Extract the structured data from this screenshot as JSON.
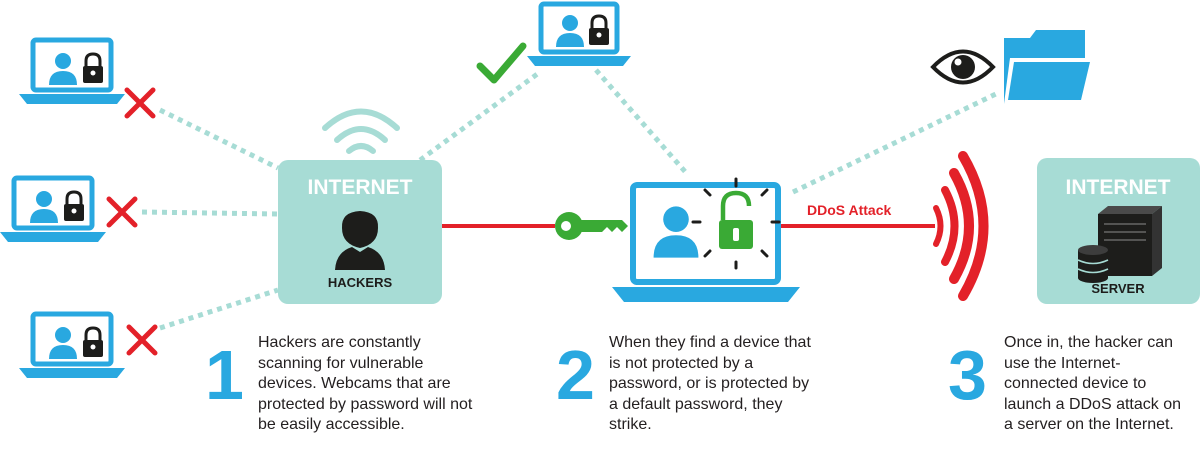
{
  "boxes": {
    "hackers": {
      "title": "INTERNET",
      "label": "HACKERS"
    },
    "server": {
      "title": "INTERNET",
      "label": "SERVER"
    }
  },
  "ddos_label": "DDoS Attack",
  "steps": [
    {
      "number": "1",
      "text": "Hackers are constantly scanning for vulnerable devices. Webcams that are protected by password will not be easily accessible."
    },
    {
      "number": "2",
      "text": "When they find a device that is not protected by a password, or is protected by a default password, they strike."
    },
    {
      "number": "3",
      "text": "Once in, the hacker can use the Internet-connected device to launch a DDoS attack on a server on the Internet."
    }
  ],
  "icons": [
    "laptop-icon",
    "padlock-icon",
    "user-icon",
    "cross-icon",
    "check-icon",
    "wifi-icon",
    "hacker-icon",
    "key-icon",
    "unlocked-padlock-icon",
    "signal-waves-icon",
    "eye-icon",
    "folder-icon",
    "server-icon",
    "database-icon"
  ],
  "colors": {
    "blue": "#29a8e0",
    "teal": "#a7dcd5",
    "red": "#e32129",
    "green": "#3aaa35",
    "black": "#1d1d1b"
  }
}
